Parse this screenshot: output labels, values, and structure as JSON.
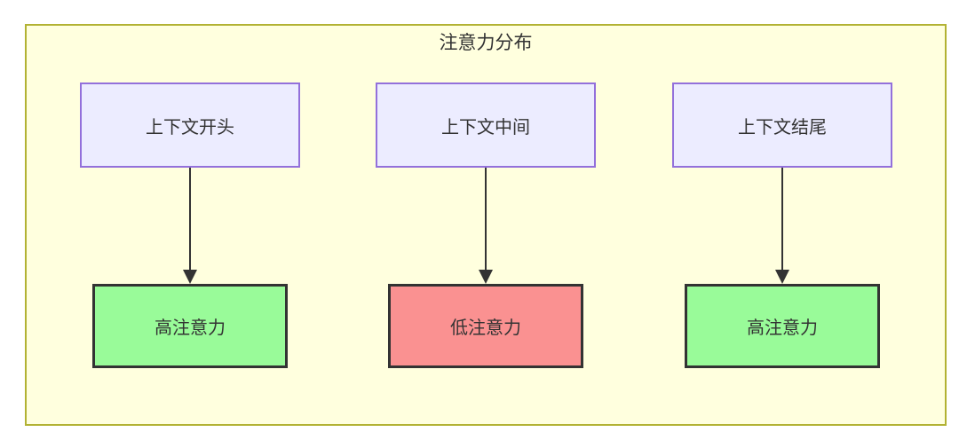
{
  "diagram": {
    "title": "注意力分布",
    "columns": [
      {
        "source": "上下文开头",
        "target": "高注意力",
        "level": "high"
      },
      {
        "source": "上下文中间",
        "target": "低注意力",
        "level": "low"
      },
      {
        "source": "上下文结尾",
        "target": "高注意力",
        "level": "high"
      }
    ],
    "colors": {
      "page_background": "#ffffff",
      "container_fill": "#ffffde",
      "container_border": "#b2b233",
      "source_node_fill": "#ececff",
      "source_node_border": "#9370db",
      "high_attention_fill": "#99fb99",
      "low_attention_fill": "#fa9191",
      "target_node_border": "#333333",
      "arrow_color": "#333333",
      "text_color": "#333333"
    }
  }
}
